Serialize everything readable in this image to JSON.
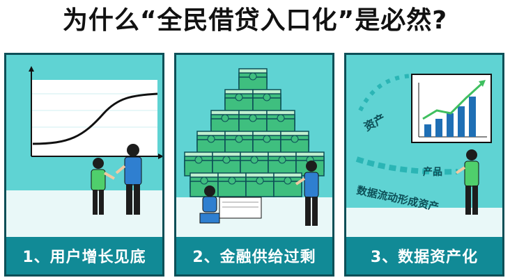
{
  "title": "为什么“全民借贷入口化”是必然?",
  "panels": [
    {
      "caption": "1、用户增长见底"
    },
    {
      "caption": "2、金融供给过剩"
    },
    {
      "caption": "3、数据资产化",
      "labels": {
        "assets": "资产",
        "products": "产品",
        "flow": "数据流动形成资产"
      }
    }
  ],
  "colors": {
    "teal_bg": "#5fd3d3",
    "caption_bg": "#118a96",
    "dark": "#0d4f57",
    "money": "#3fbf7f"
  }
}
